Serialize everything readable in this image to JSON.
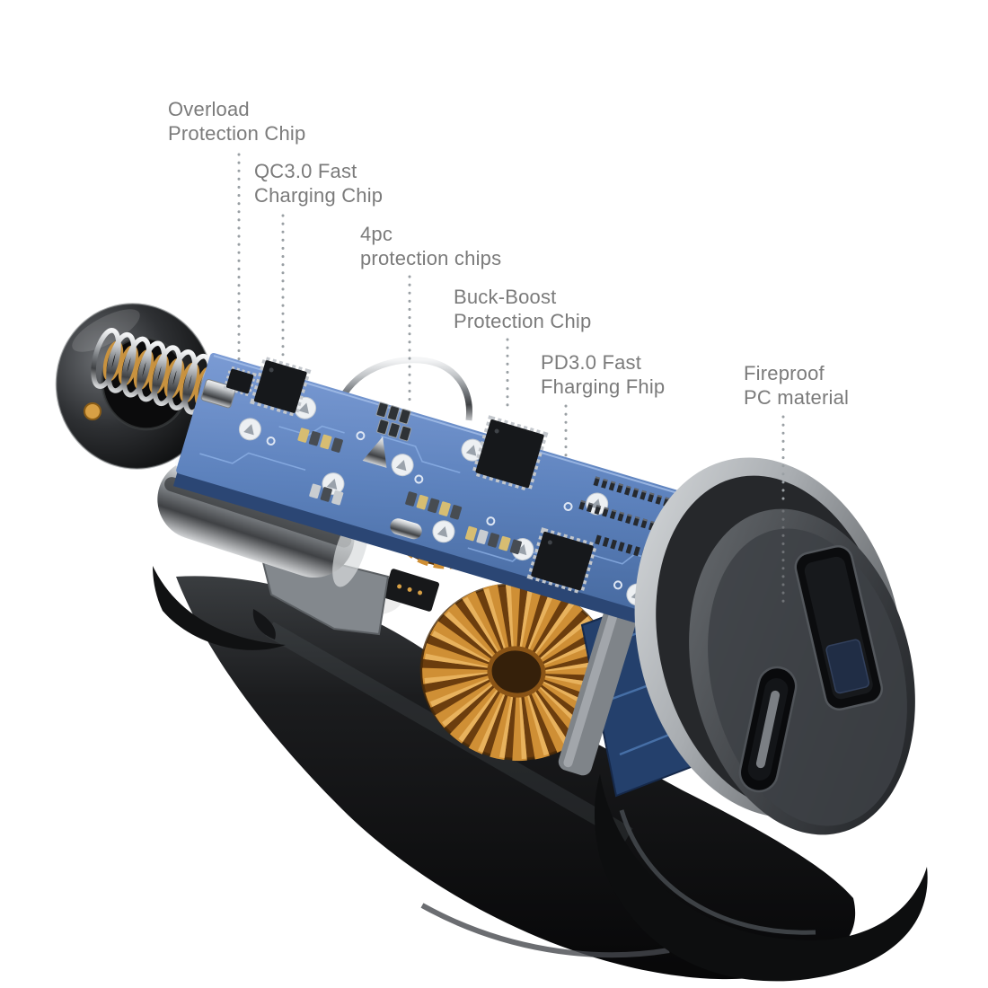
{
  "labels": [
    {
      "name": "overload-protection-chip",
      "line1": "Overload",
      "line2": "Protection Chip"
    },
    {
      "name": "qc30-fast-charging-chip",
      "line1": "QC3.0 Fast",
      "line2": "Charging Chip"
    },
    {
      "name": "4pc-protection-chips",
      "line1": "4pc",
      "line2": "protection chips"
    },
    {
      "name": "buck-boost-protection-chip",
      "line1": "Buck-Boost",
      "line2": "Protection Chip"
    },
    {
      "name": "pd30-fast-charging-chip",
      "line1": "PD3.0 Fast",
      "line2": "Fharging Fhip"
    },
    {
      "name": "fireproof-pc-material",
      "line1": "Fireproof",
      "line2": "PC material"
    }
  ],
  "colors": {
    "background": "#ffffff",
    "label_text": "#7b7b7b",
    "leader_dots": "#9aa0a4",
    "pcb_blue": "#5d82bd",
    "pcb_trace": "#8fb3e8",
    "pcb_edge": "#2b4674",
    "copper_coil": "#cf8f35",
    "copper_dark": "#6b3d0e",
    "chrome_light": "#f4f5f6",
    "chrome_dark": "#3f4144",
    "body_black": "#141516",
    "face_gray": "#3d4145",
    "rim_silver": "#c7cacd"
  },
  "parts": [
    "end-cap-contact",
    "spring-contact",
    "charger-body-shell",
    "side-contact-capsule",
    "main-pcb",
    "toroid-coil",
    "small-coil",
    "riser-pcb",
    "mount-frame",
    "front-face-cap",
    "usb-a-port",
    "usb-c-port"
  ]
}
